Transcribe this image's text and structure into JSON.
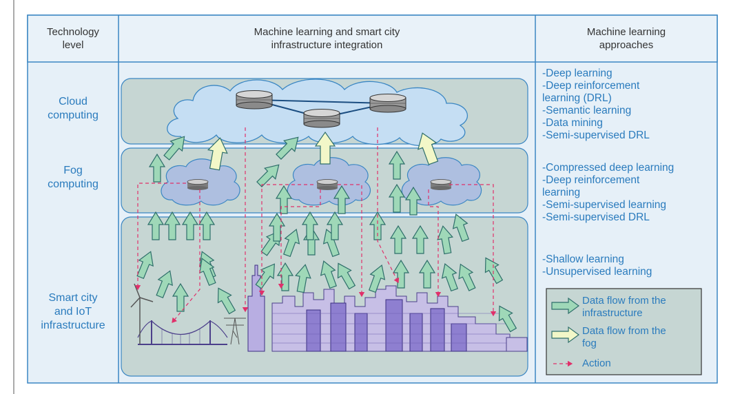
{
  "header": {
    "technology_level": "Technology\nlevel",
    "integration": "Machine learning and smart city\ninfrastructure integration",
    "approaches": "Machine learning\napproaches"
  },
  "levels": {
    "cloud": "Cloud\ncomputing",
    "fog": "Fog\ncomputing",
    "iot": "Smart city\nand IoT\ninfrastructure"
  },
  "approaches": {
    "cloud": [
      "-Deep learning",
      "-Deep reinforcement\n learning (DRL)",
      "-Semantic learning",
      "-Data mining",
      "-Semi-supervised DRL"
    ],
    "fog": [
      "-Compressed deep learning",
      "-Deep reinforcement\n learning",
      "-Semi-supervised learning",
      "-Semi-supervised DRL"
    ],
    "iot": [
      "-Shallow learning",
      "-Unsupervised learning"
    ]
  },
  "legend": {
    "infra_flow": "Data flow from the\ninfrastructure",
    "fog_flow": "Data flow from the\nfog",
    "action": "Action"
  },
  "colors": {
    "panel_bg": "#e6f0f8",
    "band": "#c6d6d3",
    "cloud_fill": "#c5def3",
    "fog_cloud_fill": "#aebfe0",
    "green_arrow": "#9fd8b8",
    "yellow_arrow": "#f2f7c8",
    "action_line": "#e0306a",
    "text_blue": "#2a7bbd",
    "border_blue": "#3a86c3"
  }
}
